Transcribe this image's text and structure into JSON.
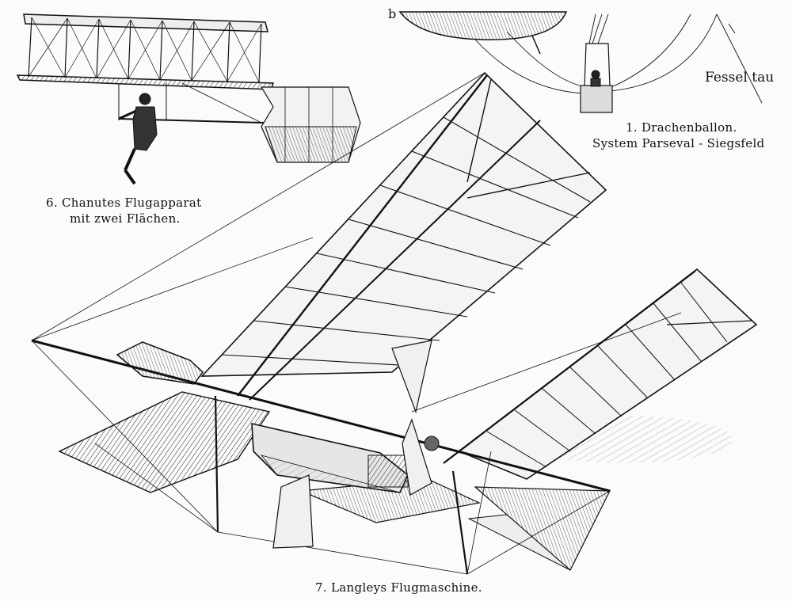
{
  "plate": {
    "background": "#fbfbf9",
    "ink": "#111111"
  },
  "captions": {
    "fig1_title": "1. Drachenballon.",
    "fig1_subtitle": "System Parseval - Siegsfeld",
    "fig1_side_text": "Fessel tau",
    "fig6_title": "6. Chanutes Flugapparat",
    "fig6_subtitle": "mit zwei Flächen.",
    "fig7_title": "7. Langleys Flugmaschine.",
    "top_fragment": "b"
  },
  "figures": [
    {
      "number": "6",
      "subject": "Chanute glider"
    },
    {
      "number": "1",
      "subject": "kite balloon"
    },
    {
      "number": "7",
      "subject": "Langley aerodrome"
    }
  ]
}
